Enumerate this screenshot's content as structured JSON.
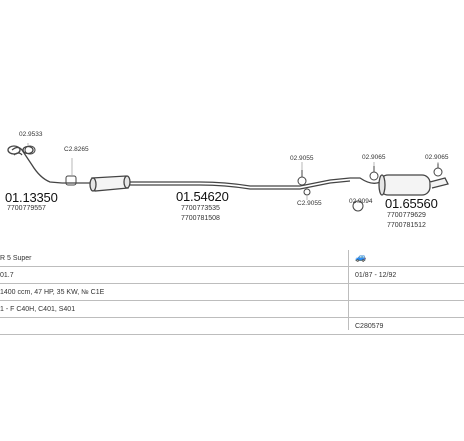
{
  "parts": {
    "p1": {
      "number": "01.13350",
      "oe": "7700779557"
    },
    "p1_clamp": "02.9533",
    "p1_gasket": "C2.8265",
    "p2": {
      "number": "01.54620",
      "oe1": "7700773535",
      "oe2": "7700781508"
    },
    "mount_a": "02.9055",
    "mount_b": "02.9065",
    "mount_c": "02.9065",
    "clamp_mid": "C2.9055",
    "clamp_rear": "02.9094",
    "p3": {
      "number": "01.65560",
      "oe1": "7700779629",
      "oe2": "7700781512"
    }
  },
  "spec": {
    "model": "R 5 Super",
    "row2": "01.7",
    "date_range": "01/87 - 12/92",
    "engine": "1400 ccm, 47 HP, 35 KW, № C1E",
    "codes": "1 - F C40H, C401, S401",
    "catalog": "C280579"
  }
}
